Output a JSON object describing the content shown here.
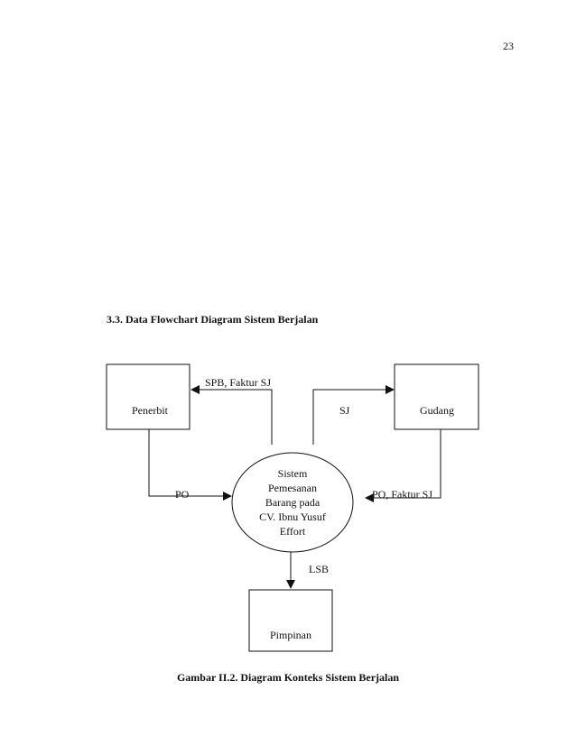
{
  "page_number": "23",
  "section_heading": "3.3. Data Flowchart Diagram Sistem Berjalan",
  "diagram": {
    "entities": {
      "penerbit": "Penerbit",
      "gudang": "Gudang",
      "pimpinan": "Pimpinan"
    },
    "process": {
      "lines": [
        "Sistem",
        "Pemesanan",
        "Barang pada",
        "CV. Ibnu Yusuf",
        "Effort"
      ]
    },
    "flows": {
      "spb_faktur_sj": "SPB, Faktur SJ",
      "sj": "SJ",
      "po": "PO",
      "po_faktur_sj": "PO, Faktur SJ",
      "lsb": "LSB"
    }
  },
  "figure_caption": "Gambar II.2. Diagram Konteks Sistem Berjalan"
}
